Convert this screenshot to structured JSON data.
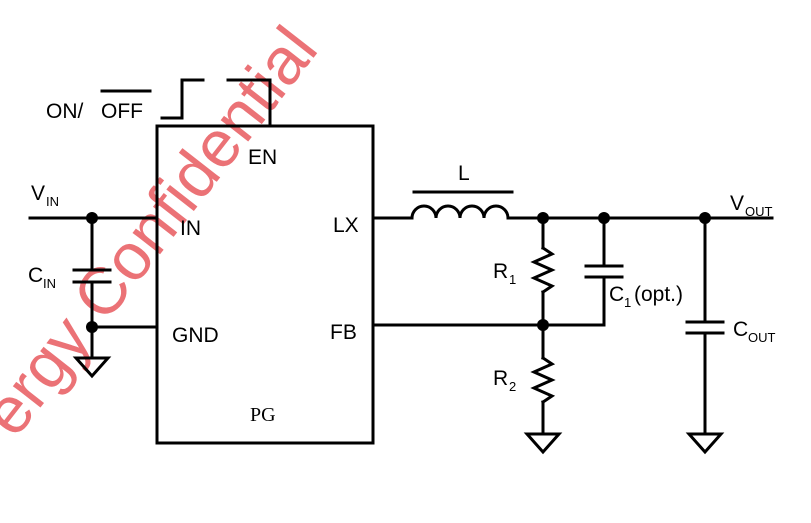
{
  "watermark": "ergy Confidential",
  "chip": {
    "pins": {
      "en": "EN",
      "in": "IN",
      "gnd": "GND",
      "lx": "LX",
      "fb": "FB"
    },
    "name": "PG"
  },
  "labels": {
    "on": "ON/",
    "off": "OFF",
    "vin": "V",
    "vin_sub": "IN",
    "cin": "C",
    "cin_sub": "IN",
    "inductor": "L",
    "vout": "V",
    "vout_sub": "OUT",
    "r1": "R",
    "r1_sub": "1",
    "r2": "R",
    "r2_sub": "2",
    "c1": "C",
    "c1_sub": "1",
    "c1_note": "(opt.)",
    "cout": "C",
    "cout_sub": "OUT"
  },
  "colors": {
    "wire": "#000000",
    "watermark": "#e85a5f"
  }
}
